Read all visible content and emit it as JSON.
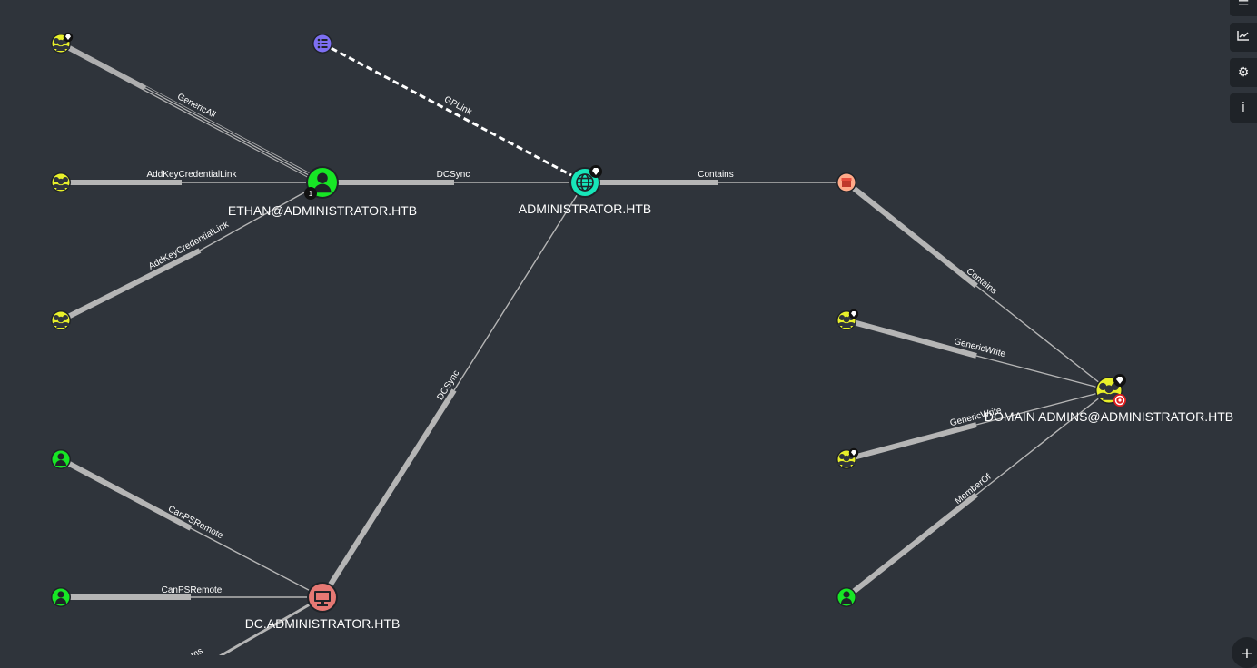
{
  "colors": {
    "background": "#2f343b",
    "group_node": "#e8f02a",
    "user_node": "#17e625",
    "domain_node": "#17e6b9",
    "computer_node": "#e67873",
    "ou_node": "#ffaa89",
    "gpo_node": "#7d6ff2",
    "edge": "#b5b5b5",
    "target_badge": "#e02020"
  },
  "nodes": {
    "ethan": {
      "label": "ETHAN@ADMINISTRATOR.HTB",
      "icon": "user-icon",
      "badge": "1"
    },
    "domain": {
      "label": "ADMINISTRATOR.HTB",
      "icon": "globe-icon"
    },
    "dc": {
      "label": "DC.ADMINISTRATOR.HTB",
      "icon": "computer-icon"
    },
    "domain_admins": {
      "label": "DOMAIN ADMINS@ADMINISTRATOR.HTB",
      "icon": "group-icon"
    }
  },
  "edges": {
    "genericall": "GenericAll",
    "addkey1": "AddKeyCredentialLink",
    "addkey2": "AddKeyCredentialLink",
    "dcsync1": "DCSync",
    "gplink": "GPLink",
    "contains1": "Contains",
    "contains2": "Contains",
    "dcsync2": "DCSync",
    "canps1": "CanPSRemote",
    "canps2": "CanPSRemote",
    "genericwrite1": "GenericWrite",
    "genericwrite2": "GenericWrite",
    "memberof": "MemberOf",
    "partial": "ms"
  },
  "toolbar": {
    "buttons": [
      {
        "name": "list-icon",
        "glyph": "☰"
      },
      {
        "name": "chart-icon",
        "glyph": "📈"
      },
      {
        "name": "gears-icon",
        "glyph": "⚙"
      },
      {
        "name": "info-icon",
        "glyph": "i"
      }
    ],
    "zoom_glyph": "+"
  }
}
